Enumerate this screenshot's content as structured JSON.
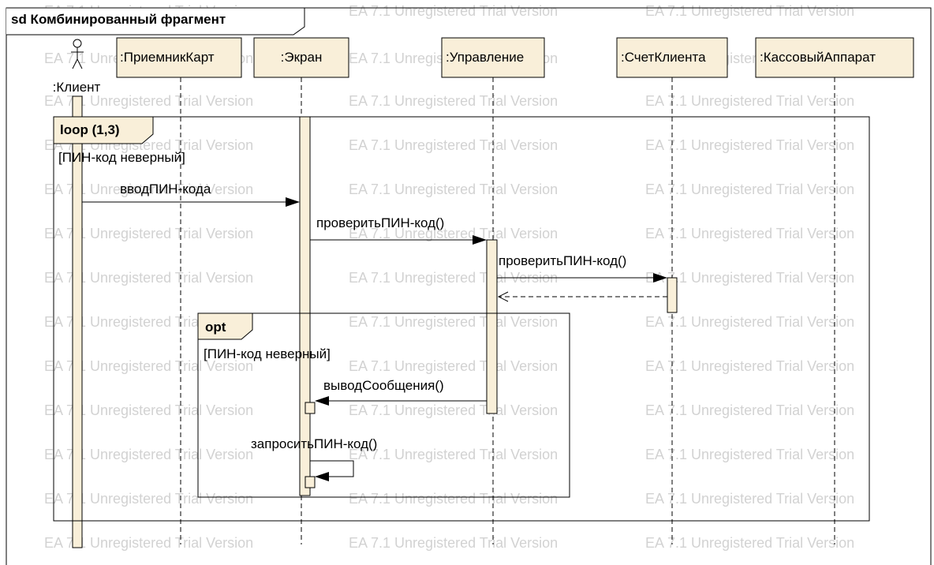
{
  "diagram": {
    "title": "sd Комбинированный фрагмент",
    "watermark": "EA 7.1 Unregistered Trial Version",
    "colors": {
      "lifeline_fill": "#f9efd9",
      "lifeline_border": "#000000",
      "watermark": "#d2d2d2"
    },
    "actor": {
      "label": ":Клиент",
      "icon": "stick-figure-icon"
    },
    "lifelines": {
      "cards": ":ПриемникКарт",
      "screen": ":Экран",
      "control": ":Управление",
      "account": ":СчетКлиента",
      "cashier": ":КассовыйАппарат"
    },
    "fragments": {
      "loop": {
        "operator": "loop (1,3)",
        "guard": "[ПИН-код неверный]"
      },
      "opt": {
        "operator": "opt",
        "guard": "[ПИН-код неверный]"
      }
    },
    "messages": {
      "m1": "вводПИН-кода",
      "m2": "проверитьПИН-код()",
      "m3": "проверитьПИН-код()",
      "m4": "выводСообщения()",
      "m5": "запроситьПИН-код()"
    }
  }
}
